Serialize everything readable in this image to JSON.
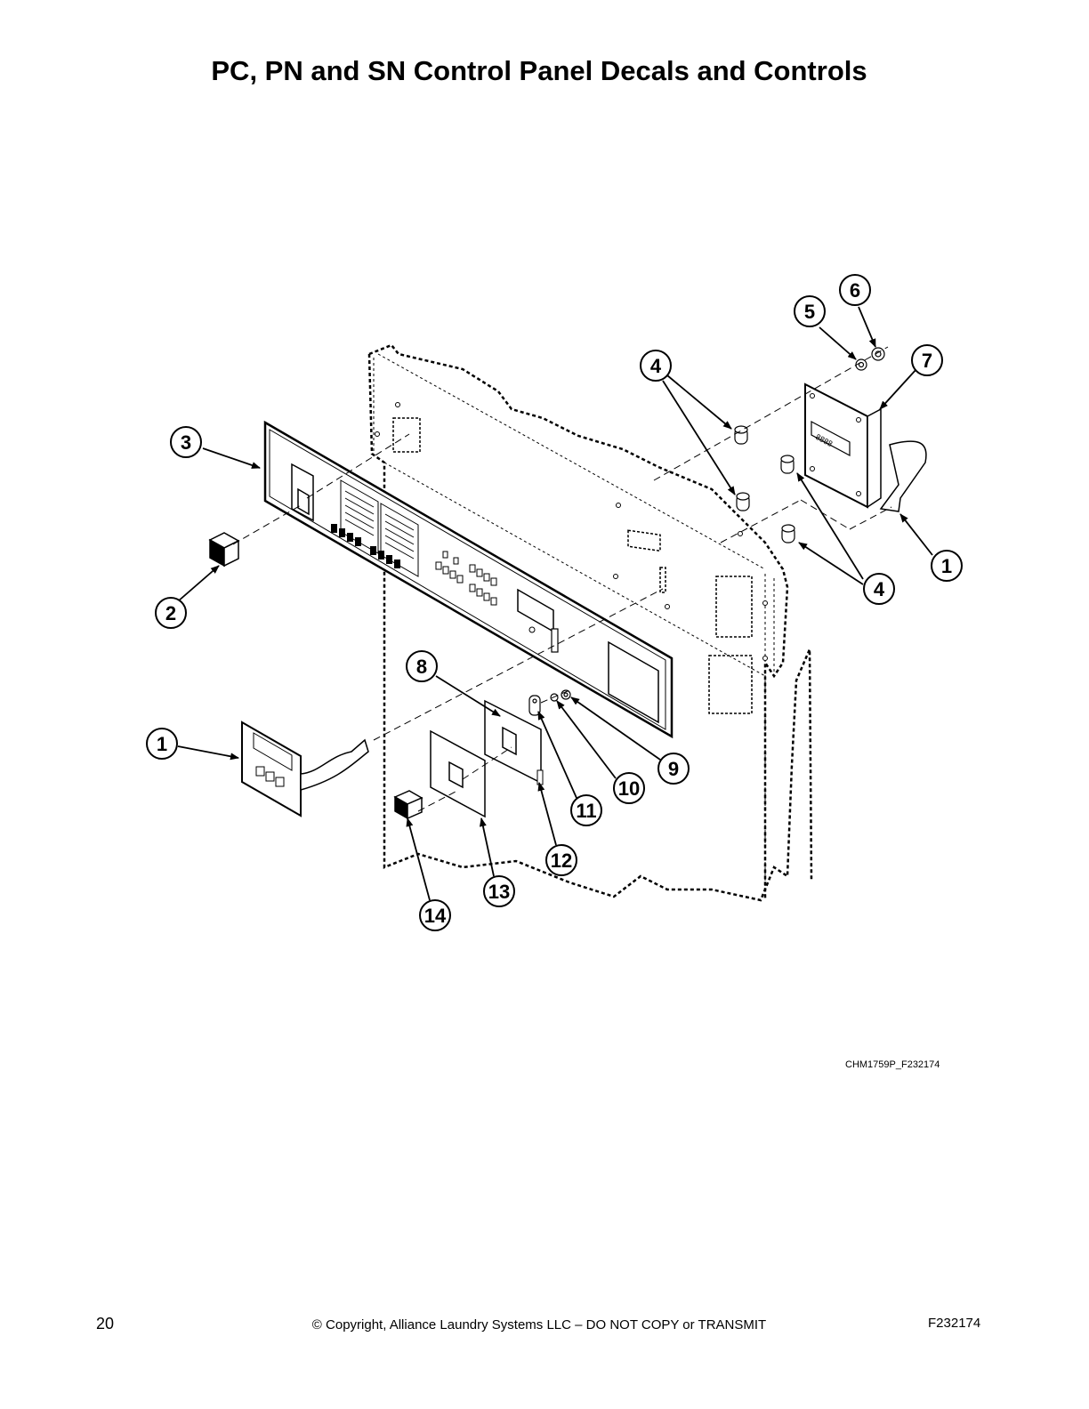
{
  "page": {
    "title": "PC, PN and SN Control Panel Decals and Controls",
    "figure_ref": "CHM1759P_F232174",
    "page_number": "20",
    "copyright": "© Copyright, Alliance Laundry Systems LLC – DO NOT COPY or TRANSMIT",
    "doc_id": "F232174"
  },
  "diagram": {
    "display_digits": "8888",
    "callouts": [
      "1",
      "1",
      "2",
      "3",
      "4",
      "4",
      "5",
      "6",
      "7",
      "8",
      "9",
      "10",
      "11",
      "12",
      "13",
      "14"
    ]
  },
  "colors": {
    "ink": "#000000",
    "paper": "#ffffff"
  }
}
